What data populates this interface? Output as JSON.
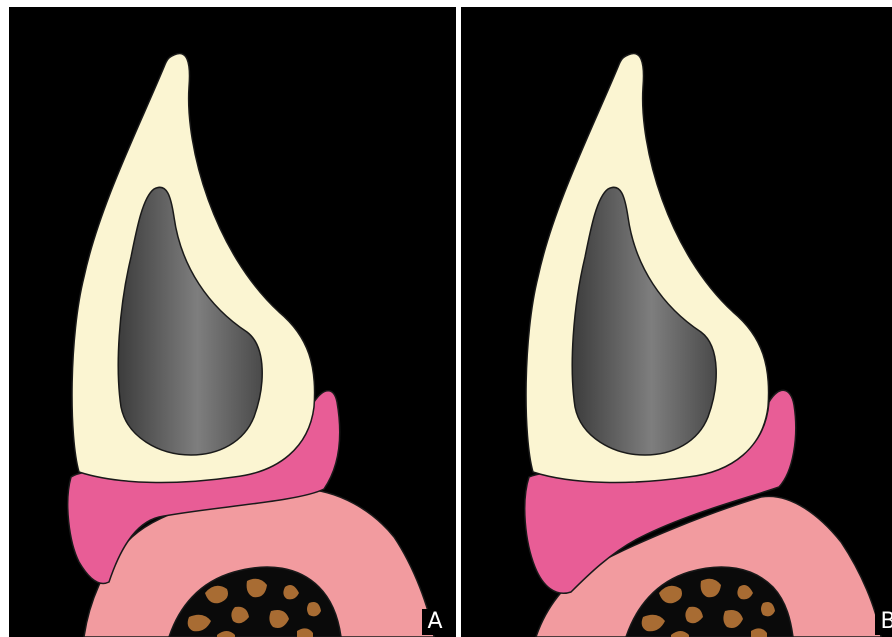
{
  "panels": [
    {
      "id": "A",
      "label": "A",
      "variant": "A"
    },
    {
      "id": "B",
      "label": "B",
      "variant": "B"
    }
  ],
  "colors": {
    "background": "#000000",
    "tooth_crown": "#fbf5d2",
    "pulp_dark": "#3e3e3e",
    "pulp_light": "#8a8a8a",
    "gingiva_dark_pink": "#e85d96",
    "gingiva_light_pink": "#f29b9f",
    "bone_brown": "#a86c33",
    "outline": "#1a1a1a",
    "label_text": "#ffffff"
  }
}
